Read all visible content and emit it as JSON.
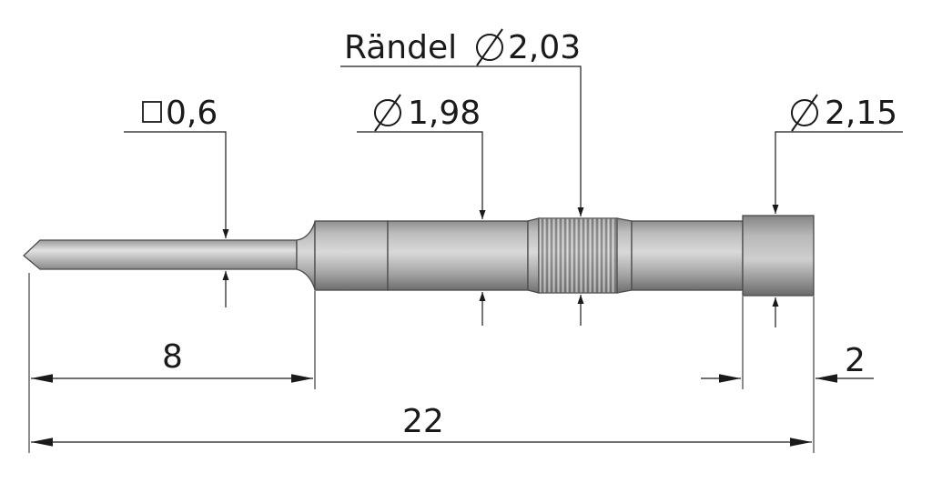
{
  "dimensions": {
    "square_pin": {
      "symbol": "□",
      "value": "0,6"
    },
    "knurl": {
      "prefix": "Rändel",
      "symbol": "⌀",
      "value": "2,03"
    },
    "body_diameter": {
      "symbol": "⌀",
      "value": "1,98"
    },
    "collar_diameter": {
      "symbol": "⌀",
      "value": "2,15"
    },
    "pin_length": "8",
    "collar_length": "2",
    "total_length": "22"
  },
  "colors": {
    "line": "#1a1a1a",
    "metal_light": "#c8c8c8",
    "metal_mid": "#9a9a9a",
    "metal_dark": "#5a5a5a"
  }
}
